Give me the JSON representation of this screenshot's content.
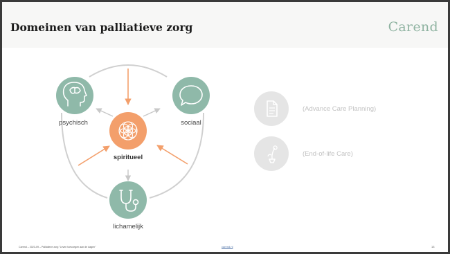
{
  "slide": {
    "title": "Domeinen van palliatieve zorg",
    "brand": "Carend"
  },
  "domains": {
    "psychisch": "psychisch",
    "sociaal": "sociaal",
    "spiritueel": "spiritueel",
    "lichamelijk": "lichamelijk"
  },
  "faded_items": [
    {
      "label": "(Advance Care Planning)",
      "icon": "document-icon"
    },
    {
      "label": "(End-of-life Care)",
      "icon": "flower-pot-icon"
    }
  ],
  "footer": {
    "left": "Carend – 2023-09 – Palliatieve zorg \"Leven toevoegen aan de dagen\"",
    "link": "carend.nl",
    "page": "13"
  },
  "colors": {
    "teal": "#8fb9a9",
    "orange": "#f39f6b",
    "arc_grey": "#d0d0d0",
    "brand": "#8fb3a1",
    "faded": "#e5e5e5"
  }
}
